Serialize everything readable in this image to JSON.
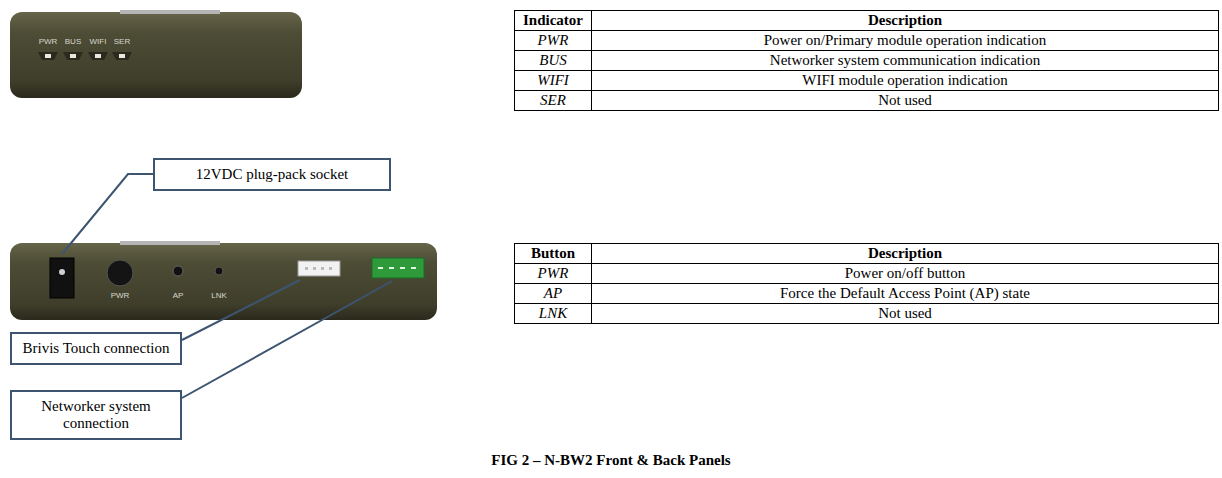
{
  "diagram": {
    "caption": "FIG 2 – N-BW2 Front & Back Panels",
    "nodes": [
      {
        "text": [
          "12VDC plug-pack socket"
        ]
      },
      {
        "text": [
          "Brivis Touch connection"
        ]
      },
      {
        "text": [
          "Networker system connection"
        ]
      }
    ],
    "labels": [
      "PWR",
      "BUS",
      "WIFI",
      "SER",
      "Indicator",
      "Description",
      "PWR",
      "Power on/Primary module operation indication",
      "BUS",
      "Networker system communication indication",
      "WIFI",
      "WIFI module operation indication",
      "SER",
      "Not used",
      "PWR",
      "AP",
      "LNK",
      "Button",
      "Description",
      "PWR",
      "Power on/off button",
      "AP",
      "Force the Default Access Point (AP) state",
      "LNK",
      "Not used"
    ]
  }
}
